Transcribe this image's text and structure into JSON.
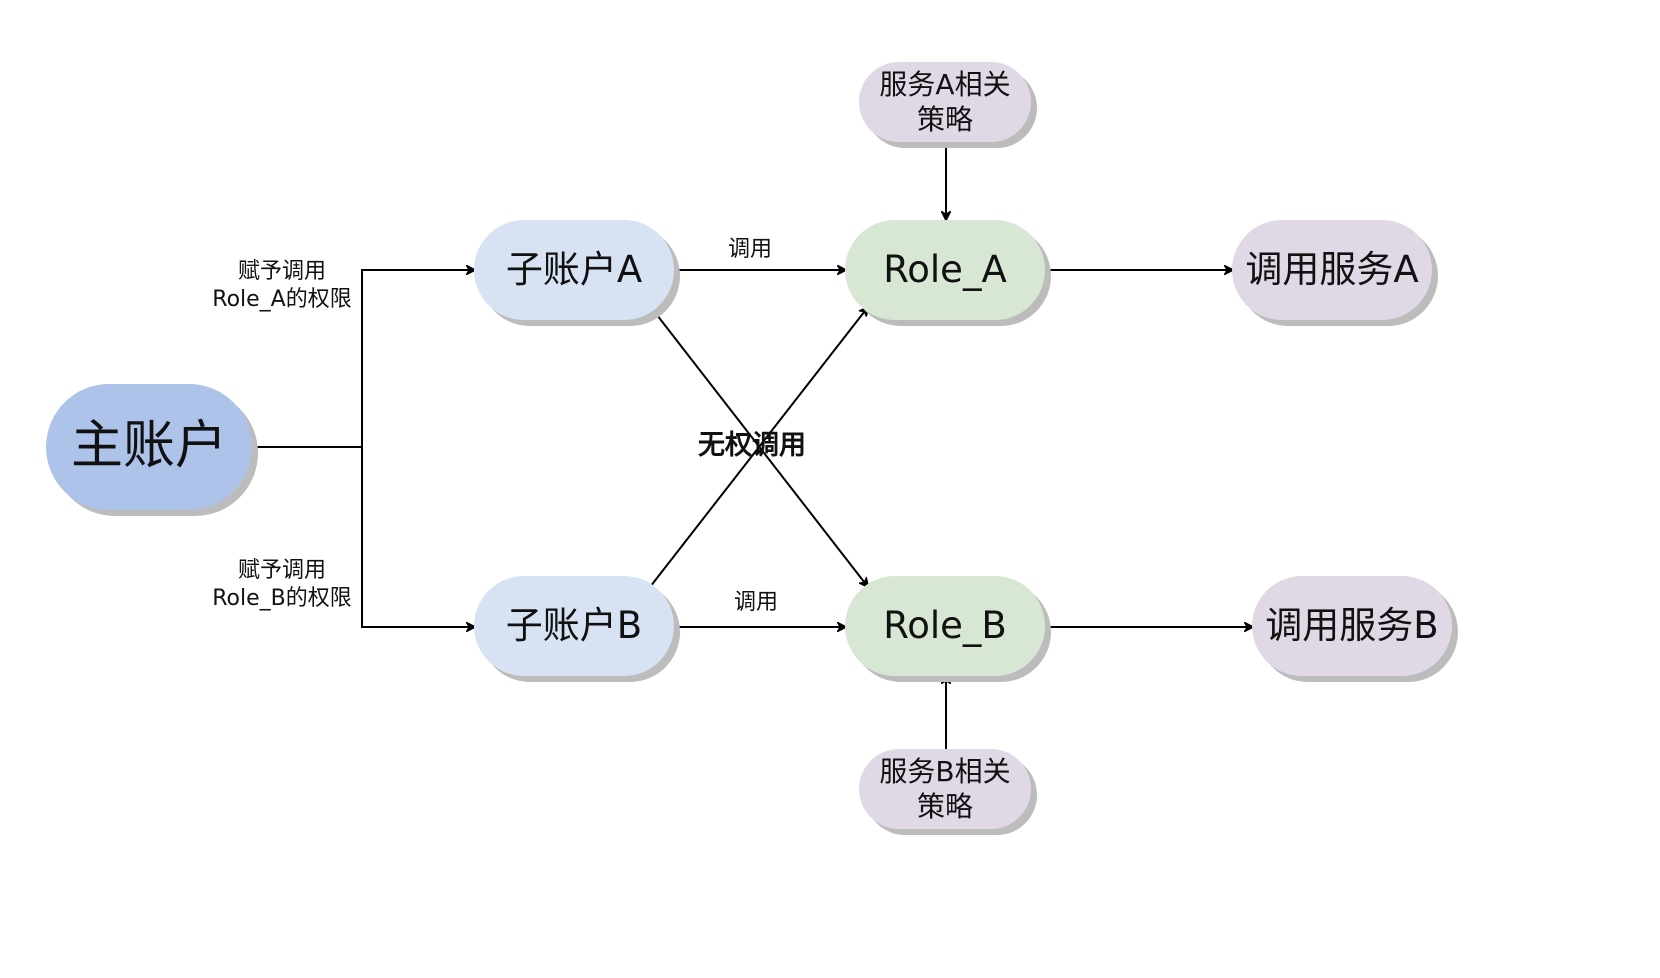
{
  "colors": {
    "main_node": "#adc3e9",
    "sub_node": "#d7e2f3",
    "role_node": "#d8e7d4",
    "service_node": "#e1d8e6",
    "policy_node": "#e1d8e6",
    "shadow": "#bcbcbc",
    "line": "#000000"
  },
  "nodes": {
    "main_account": "主账户",
    "sub_account_a": "子账户A",
    "sub_account_b": "子账户B",
    "role_a": "Role_A",
    "role_b": "Role_B",
    "call_service_a": "调用服务A",
    "call_service_b": "调用服务B",
    "policy_a": {
      "line1": "服务A相关",
      "line2": "策略"
    },
    "policy_b": {
      "line1": "服务B相关",
      "line2": "策略"
    }
  },
  "edge_labels": {
    "grant_a": {
      "line1": "赋予调用",
      "line2": "Role_A的权限"
    },
    "grant_b": {
      "line1": "赋予调用",
      "line2": "Role_B的权限"
    },
    "call_a": "调用",
    "call_b": "调用",
    "no_permission": "无权调用"
  }
}
